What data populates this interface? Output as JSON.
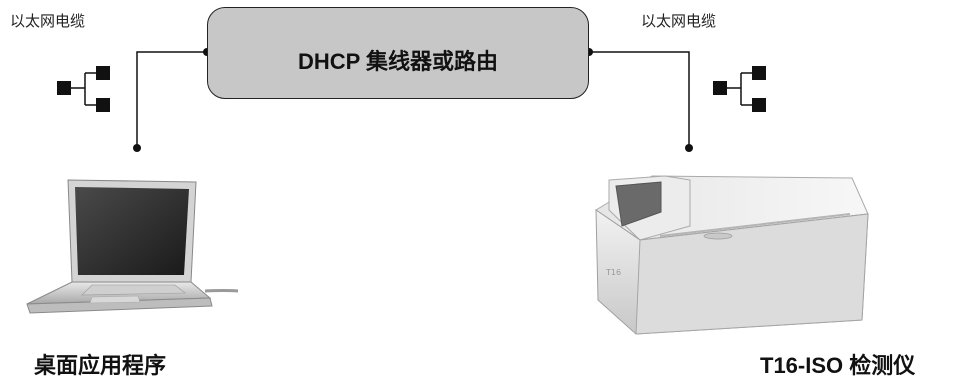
{
  "diagram": {
    "hub_label": "DHCP 集线器或路由",
    "left_cable_label": "以太网电缆",
    "right_cable_label": "以太网电缆",
    "left_device_caption": "桌面应用程序",
    "right_device_caption": "T16-ISO 检测仪",
    "right_device_logo": "T16"
  }
}
